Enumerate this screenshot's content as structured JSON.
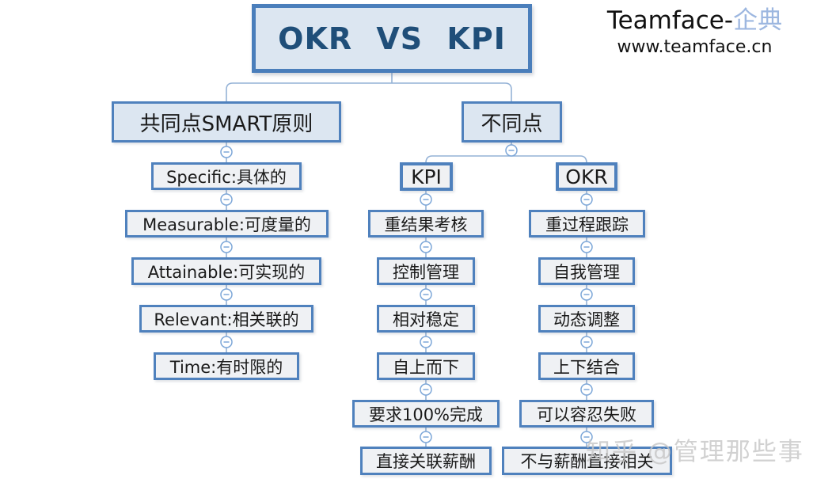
{
  "title": "OKR VS KPI",
  "brand": {
    "name": "Teamface-",
    "suffix": "企典",
    "site": "www.teamface.cn"
  },
  "watermark": "知乎 @管理那些事",
  "smart": {
    "header": "共同点SMART原则",
    "items": [
      "Specific:具体的",
      "Measurable:可度量的",
      "Attainable:可实现的",
      "Relevant:相关联的",
      "Time:有时限的"
    ]
  },
  "diff": {
    "header": "不同点",
    "kpi": {
      "header": "KPI",
      "items": [
        "重结果考核",
        "控制管理",
        "相对稳定",
        "自上而下",
        "要求100%完成",
        "直接关联薪酬"
      ]
    },
    "okr": {
      "header": "OKR",
      "items": [
        "重过程跟踪",
        "自我管理",
        "动态调整",
        "上下结合",
        "可以容忍失败",
        "不与薪酬直接相关"
      ]
    }
  },
  "icons": {
    "collapse_toggle": "minus-circle"
  },
  "colors": {
    "node_border": "#4f81bd",
    "root_border": "#4a7ebb",
    "header_fill": "#dce6f1",
    "leaf_fill": "#eff1f4",
    "root_text": "#1f4e79",
    "node_text": "#1a1a1a",
    "connector": "#94b2d6",
    "toggle_stroke": "#7da7d8",
    "brand_suffix": "#9db7e0",
    "watermark_gray": "#c7c7c7"
  }
}
